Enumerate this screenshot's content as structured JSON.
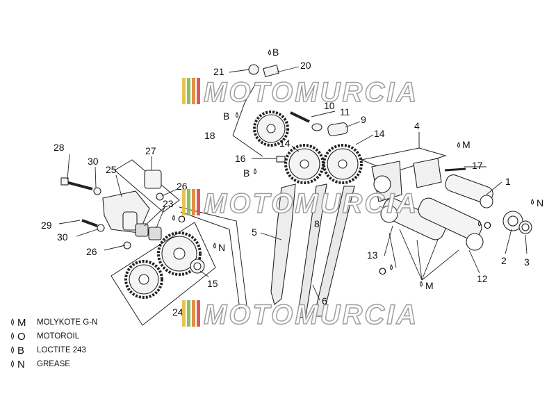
{
  "callouts": [
    {
      "id": "1",
      "label": "1"
    },
    {
      "id": "2",
      "label": "2"
    },
    {
      "id": "3",
      "label": "3"
    },
    {
      "id": "4",
      "label": "4"
    },
    {
      "id": "5",
      "label": "5"
    },
    {
      "id": "6",
      "label": "6"
    },
    {
      "id": "8",
      "label": "8"
    },
    {
      "id": "9",
      "label": "9"
    },
    {
      "id": "10",
      "label": "10"
    },
    {
      "id": "11",
      "label": "11"
    },
    {
      "id": "12",
      "label": "12"
    },
    {
      "id": "13",
      "label": "13"
    },
    {
      "id": "14a",
      "label": "14"
    },
    {
      "id": "14b",
      "label": "14"
    },
    {
      "id": "15",
      "label": "15"
    },
    {
      "id": "16",
      "label": "16"
    },
    {
      "id": "17",
      "label": "17"
    },
    {
      "id": "18",
      "label": "18"
    },
    {
      "id": "20",
      "label": "20"
    },
    {
      "id": "21",
      "label": "21"
    },
    {
      "id": "23",
      "label": "23"
    },
    {
      "id": "24",
      "label": "24"
    },
    {
      "id": "25",
      "label": "25"
    },
    {
      "id": "26a",
      "label": "26"
    },
    {
      "id": "26b",
      "label": "26"
    },
    {
      "id": "27",
      "label": "27"
    },
    {
      "id": "28",
      "label": "28"
    },
    {
      "id": "29",
      "label": "29"
    },
    {
      "id": "30a",
      "label": "30"
    },
    {
      "id": "30b",
      "label": "30"
    }
  ],
  "lubricant_marks": [
    {
      "id": "b1",
      "code": "B"
    },
    {
      "id": "b2",
      "code": "B"
    },
    {
      "id": "b3",
      "code": "B"
    },
    {
      "id": "m1",
      "code": "M"
    },
    {
      "id": "m2",
      "code": "M"
    },
    {
      "id": "n1",
      "code": "N"
    },
    {
      "id": "n2",
      "code": "N"
    },
    {
      "id": "o1",
      "code": "O"
    },
    {
      "id": "o2",
      "code": "O"
    },
    {
      "id": "o3",
      "code": "O"
    }
  ],
  "legend": [
    {
      "code": "M",
      "text": "MOLYKOTE G-N"
    },
    {
      "code": "O",
      "text": "MOTOROIL"
    },
    {
      "code": "B",
      "text": "LOCTITE 243"
    },
    {
      "code": "N",
      "text": "GREASE"
    }
  ],
  "watermark": {
    "text": "MOTOMURCIA",
    "stripe_colors": [
      "#e6c04a",
      "#7fbf5a",
      "#e08a3c",
      "#d9534f"
    ]
  },
  "icons": {
    "lubricant": "oil-drop-icon"
  }
}
